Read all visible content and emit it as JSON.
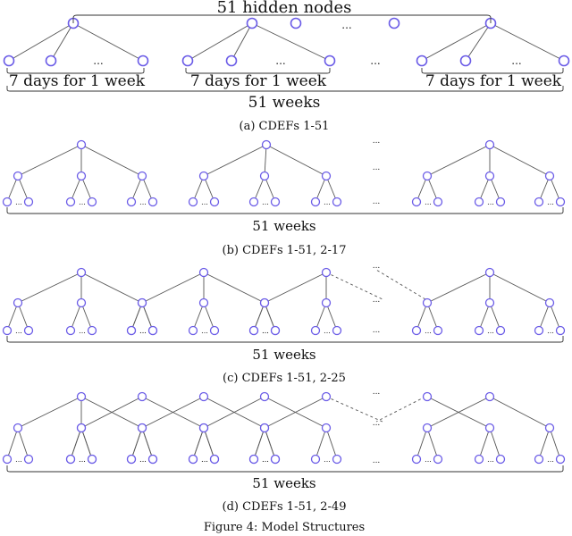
{
  "figure": {
    "caption": "Figure 4: Model Structures",
    "ellipsis": "..."
  },
  "panel_a": {
    "top_label": "51 hidden nodes",
    "week_label": "7 days for 1 week",
    "bottom_label": "51 weeks",
    "caption": "(a) CDEFs 1-51"
  },
  "panel_b": {
    "bottom_label": "51 weeks",
    "caption": "(b) CDEFs 1-51, 2-17"
  },
  "panel_c": {
    "bottom_label": "51 weeks",
    "caption": "(c) CDEFs 1-51, 2-25"
  },
  "panel_d": {
    "bottom_label": "51 weeks",
    "caption": "(d) CDEFs 1-51, 2-49"
  }
}
